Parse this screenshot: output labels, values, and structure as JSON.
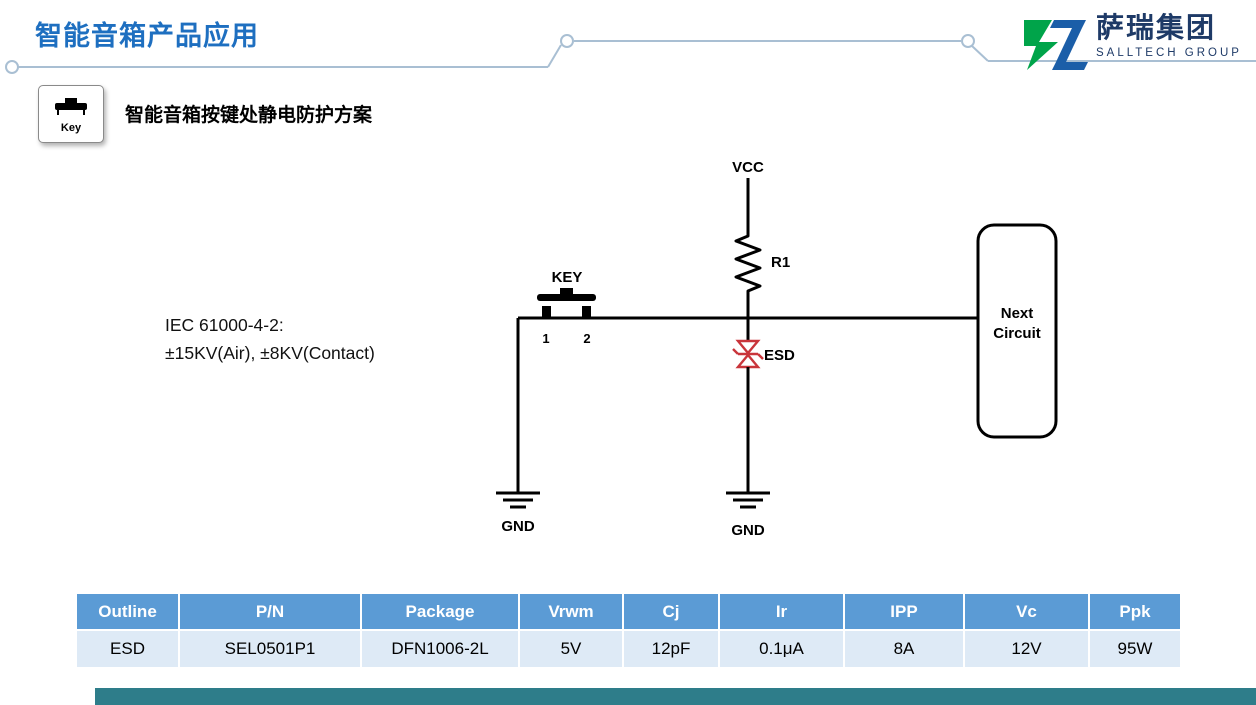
{
  "header": {
    "title": "智能音箱产品应用",
    "logo": {
      "name": "萨瑞集团",
      "subtitle": "SALLTECH GROUP"
    }
  },
  "section": {
    "key_badge_label": "Key",
    "subtitle": "智能音箱按键处静电防护方案"
  },
  "circuit": {
    "vcc_label": "VCC",
    "r1_label": "R1",
    "key_label": "KEY",
    "pin1_label": "1",
    "pin2_label": "2",
    "esd_label": "ESD",
    "gnd_left_label": "GND",
    "gnd_right_label": "GND",
    "next_circuit_line1": "Next",
    "next_circuit_line2": "Circuit",
    "iec_line1": "IEC 61000-4-2:",
    "iec_line2": "±15KV(Air), ±8KV(Contact)"
  },
  "table": {
    "headers": [
      "Outline",
      "P/N",
      "Package",
      "Vrwm",
      "Cj",
      "Ir",
      "IPP",
      "Vc",
      "Ppk"
    ],
    "rows": [
      [
        "ESD",
        "SEL0501P1",
        "DFN1006-2L",
        "5V",
        "12pF",
        "0.1μA",
        "8A",
        "12V",
        "95W"
      ]
    ]
  },
  "colors": {
    "title_blue": "#1E6FC0",
    "logo_green": "#00A44A",
    "logo_blue": "#1B5EA8",
    "logo_text_navy": "#1E3A67",
    "accent_line_gray": "#A9BFD3",
    "diode_red": "#C9353B",
    "table_header_bg": "#5B9BD5",
    "table_row_bg": "#DEEAF6",
    "bottom_bar_teal": "#2E7D8A"
  }
}
